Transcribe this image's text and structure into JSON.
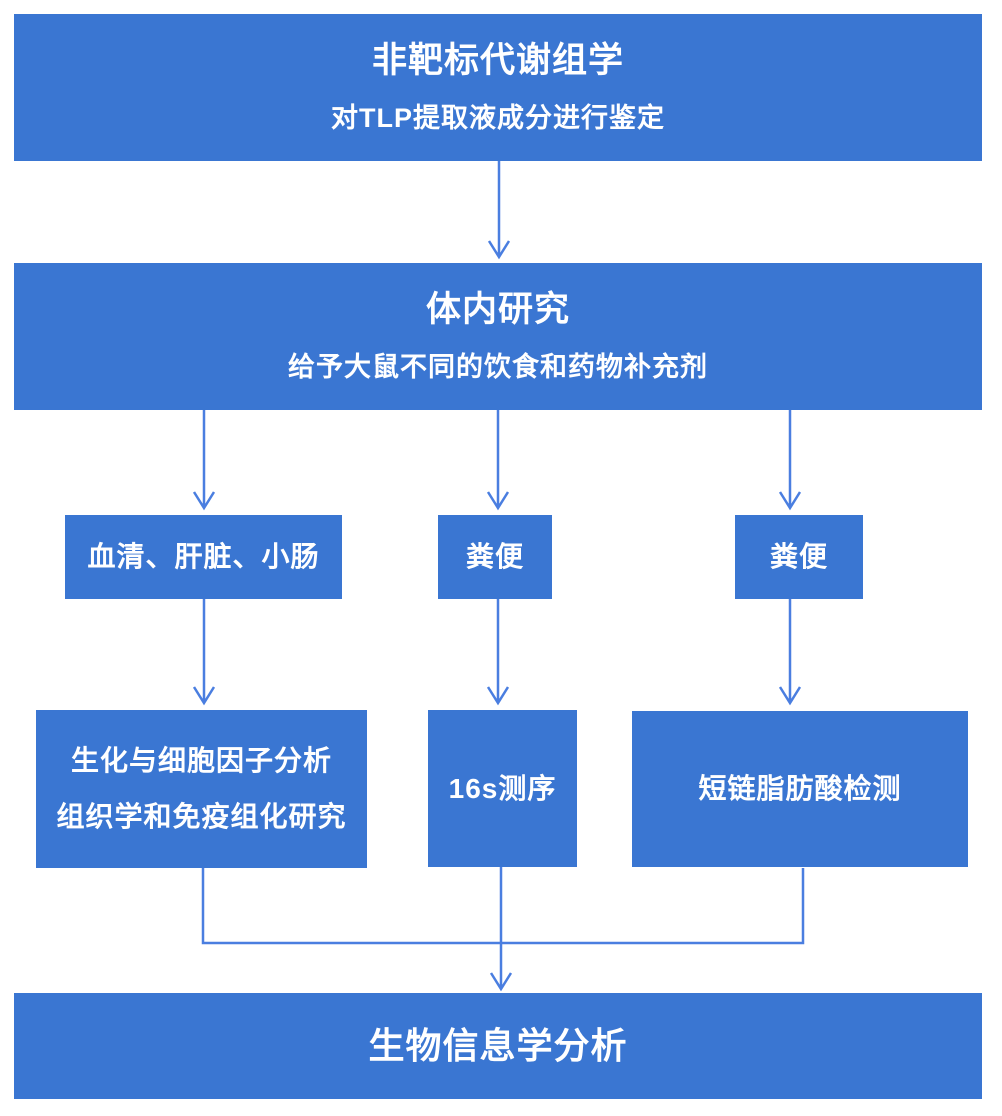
{
  "colors": {
    "box_fill": "#3A76D2",
    "connector": "#4A7EE0",
    "text": "#FFFFFF",
    "background": "#FFFFFF"
  },
  "flowchart": {
    "untargeted_metabolomics": {
      "title": "非靶标代谢组学",
      "subtitle": "对TLP提取液成分进行鉴定"
    },
    "in_vivo_study": {
      "title": "体内研究",
      "subtitle": "给予大鼠不同的饮食和药物补充剂"
    },
    "sample_boxes": [
      {
        "label": "血清、肝脏、小肠"
      },
      {
        "label": "粪便"
      },
      {
        "label": "粪便"
      }
    ],
    "analysis_boxes": [
      {
        "lines": [
          "生化与细胞因子分析",
          "组织学和免疫组化研究"
        ]
      },
      {
        "label": "16s测序"
      },
      {
        "label": "短链脂肪酸检测"
      }
    ],
    "bioinformatics": {
      "title": "生物信息学分析"
    }
  }
}
